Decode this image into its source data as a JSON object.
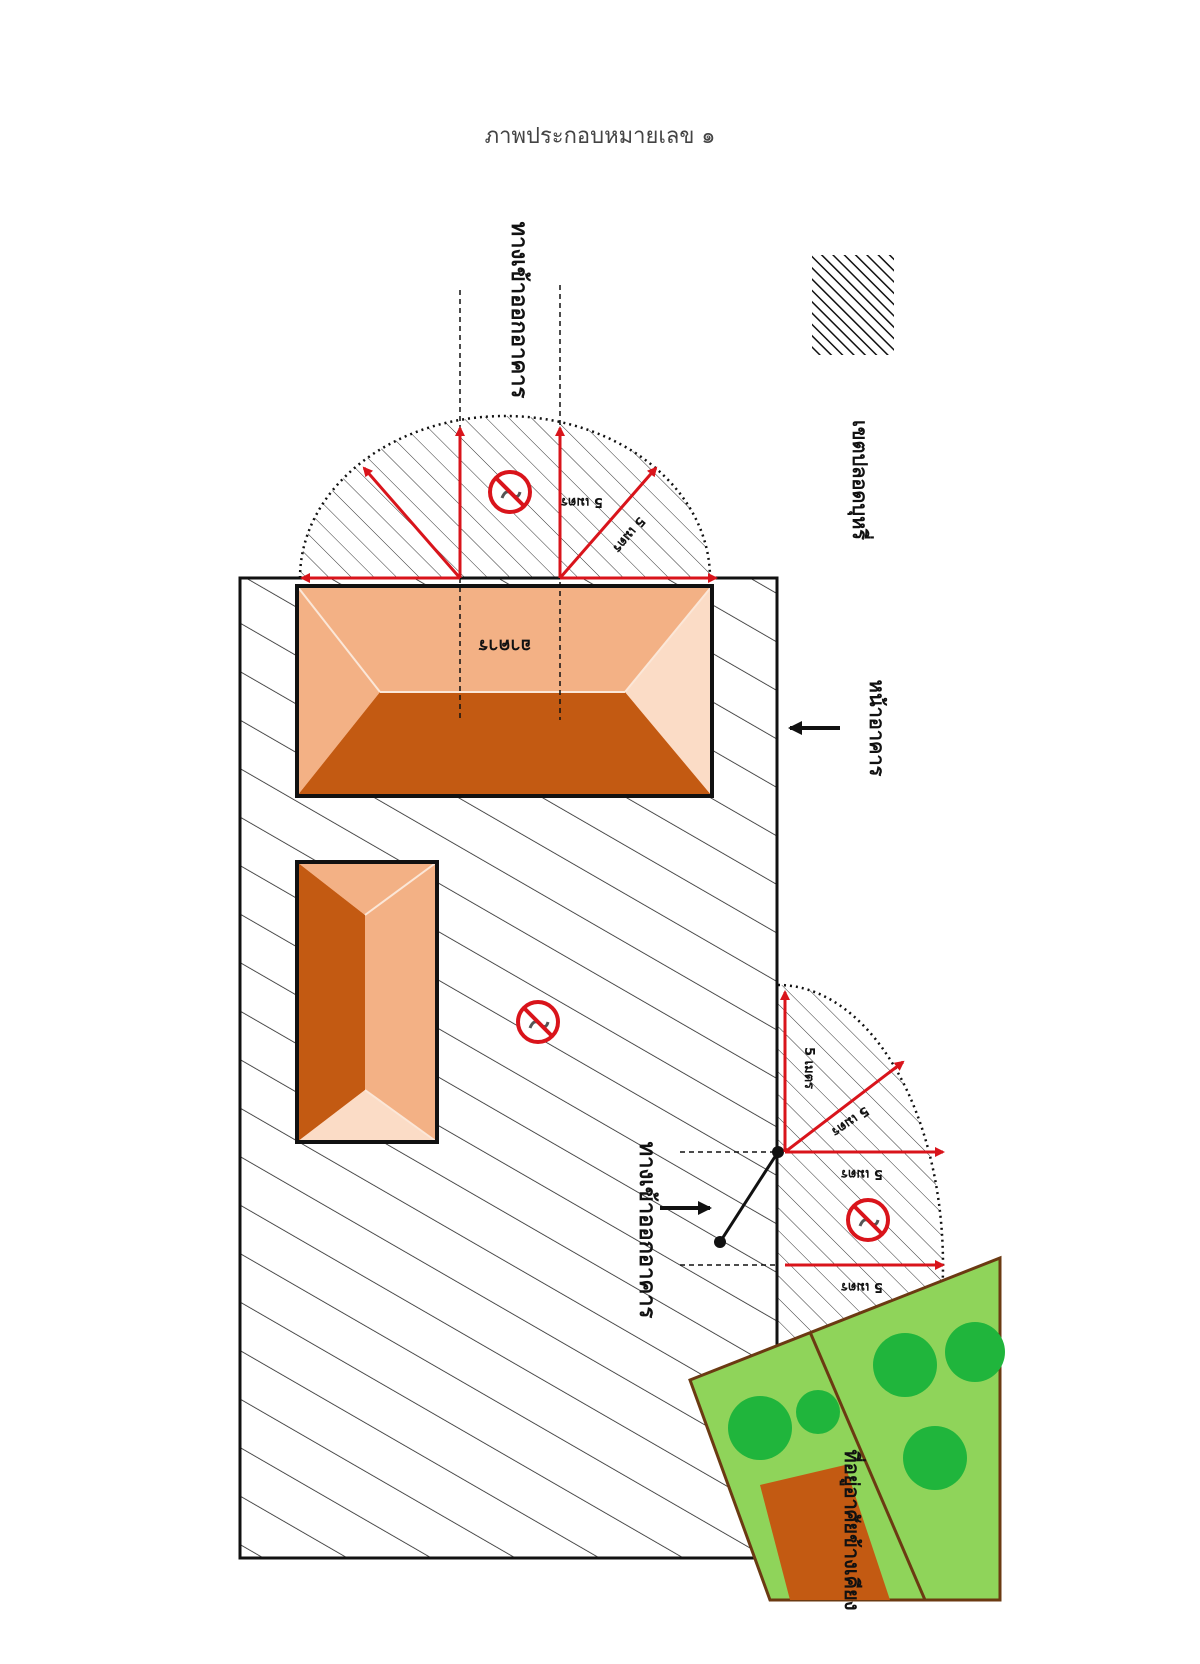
{
  "title": "ภาพประกอบหมายเลข ๑",
  "labels": {
    "entrance_exit_top": "ทางเข้าออกอาคาร",
    "building_main": "อาคาร",
    "entrance_exit_side": "ทางเข้าออกอาคาร",
    "front_label": "หน้าอาคาร",
    "smoking_area_legend": "เขตปลอดบุหรี่",
    "neighbor_label": "ที่อยู่อาศัยข้างเคียง"
  },
  "distances": {
    "d1": "5 เมตร",
    "d2": "5 เมตร",
    "d3": "5 เมตร",
    "d4": "5 เมตร",
    "d5": "5 เมตร",
    "d6": "5 เมตร"
  },
  "colors": {
    "roof_light": "#f3b185",
    "roof_dark": "#c35a12",
    "roof_pale": "#fbdcc6",
    "arrow": "#d9141b",
    "grass": "#8fd45a",
    "tree": "#20b53c",
    "neighbor_roof": "#c35a12"
  },
  "icons": [
    "no-smoking-icon"
  ]
}
